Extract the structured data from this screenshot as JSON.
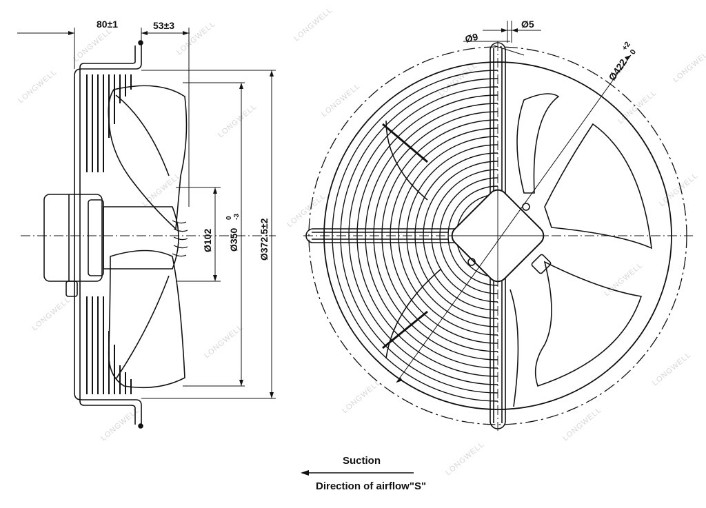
{
  "side_view": {
    "dims": {
      "mount_depth": "80±1",
      "blade_offset": "53±3",
      "hub_dia": "Ø102",
      "blade_dia_main": "Ø350",
      "blade_dia_tol_upper": "0",
      "blade_dia_tol_lower": "-3",
      "guard_dia": "Ø372.5±2"
    }
  },
  "front_view": {
    "dims": {
      "hole_dia": "Ø9",
      "slot_dia": "Ø5",
      "mount_dia_main": "Ø422",
      "mount_dia_tol_upper": "+2",
      "mount_dia_tol_lower": "0"
    }
  },
  "airflow": {
    "label_top": "Suction",
    "label_bottom": "Direction of airflow\"S\""
  },
  "watermark": "LONGWELL"
}
